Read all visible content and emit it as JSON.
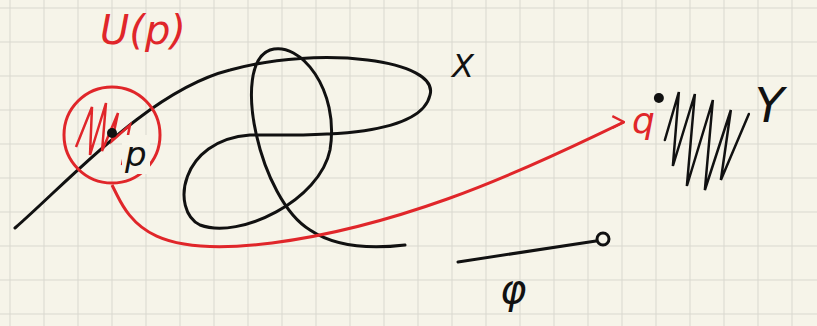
{
  "diagram": {
    "nodes": [
      {
        "text": [
          "U(p)",
          "p"
        ]
      },
      {
        "text": [
          "q",
          "Y"
        ]
      }
    ],
    "edges": [
      {
        "from": 0,
        "to": 1,
        "arrow": "to"
      }
    ],
    "labels": [
      "X",
      "φ"
    ]
  }
}
